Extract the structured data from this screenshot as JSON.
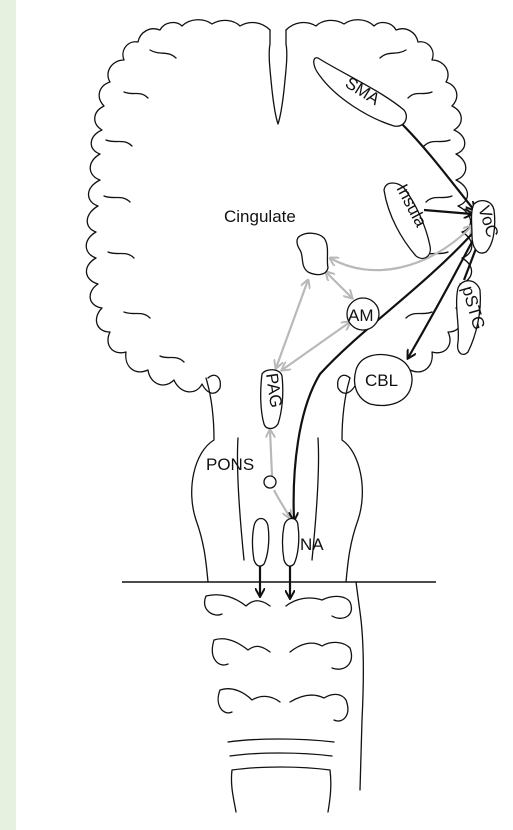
{
  "labels": {
    "sma": "SMA",
    "insula": "Insula",
    "voc": "VoC",
    "cingulate": "Cingulate",
    "am": "AM",
    "pstg": "pSTG",
    "cbl": "CBL",
    "pag": "PAG",
    "pons": "PONS",
    "na": "NA"
  },
  "colors": {
    "background": "#e6f1df",
    "panel": "#ffffff",
    "outline": "#111111",
    "black_pathway": "#111111",
    "gray_pathway": "#b9b9b9"
  }
}
